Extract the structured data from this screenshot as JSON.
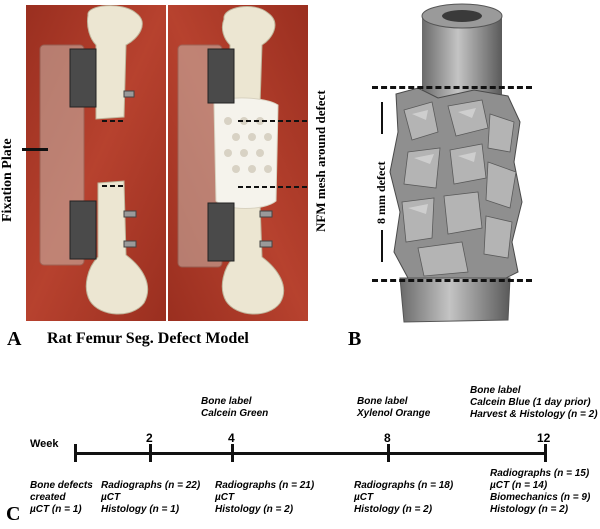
{
  "panelA": {
    "letter": "A",
    "caption": "Rat Femur Seg. Defect Model",
    "left_label": "Fixation Plate",
    "right_label": "NFM mesh around defect",
    "colors": {
      "background": "#b23a28",
      "bone": "#ece6d2",
      "mesh": "#f5f3ec"
    }
  },
  "panelB": {
    "letter": "B",
    "defect_label": "8 mm defect",
    "colors": {
      "render": "#8f8f8f"
    }
  },
  "panelC": {
    "letter": "C",
    "week_label": "Week",
    "ticks": [
      "2",
      "4",
      "8",
      "12"
    ],
    "above": [
      {
        "id": "w4",
        "lines": [
          "Bone label",
          "Calcein Green"
        ]
      },
      {
        "id": "w8",
        "lines": [
          "Bone label",
          "Xylenol Orange"
        ]
      },
      {
        "id": "w12",
        "lines": [
          "Bone label",
          "Calcein Blue (1 day prior)",
          "Harvest & Histology (n = 2)"
        ]
      }
    ],
    "below": [
      {
        "id": "w0",
        "lines": [
          "Bone defects",
          "created",
          "µCT (n = 1)"
        ]
      },
      {
        "id": "w2",
        "lines": [
          "Radiographs (n = 22)",
          "µCT",
          "Histology (n = 1)"
        ]
      },
      {
        "id": "w4",
        "lines": [
          "Radiographs (n = 21)",
          "µCT",
          "Histology (n = 2)"
        ]
      },
      {
        "id": "w8",
        "lines": [
          "Radiographs (n = 18)",
          "µCT",
          "Histology (n = 2)"
        ]
      },
      {
        "id": "w12",
        "lines": [
          "Radiographs (n = 15)",
          "µCT (n = 14)",
          "Biomechanics (n = 9)",
          "Histology (n = 2)"
        ]
      }
    ]
  }
}
